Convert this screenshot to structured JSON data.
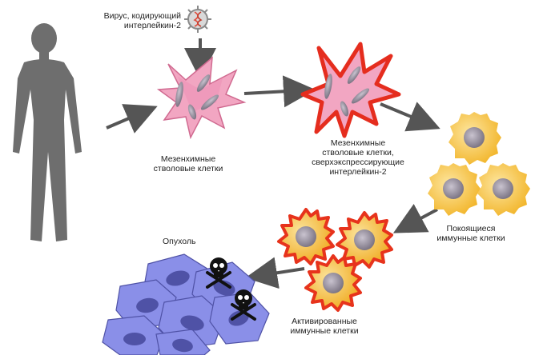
{
  "labels": {
    "virus": "Вирус, кодирующий\nинтерлейкин-2",
    "msc": "Мезенхимные\nстволовые клетки",
    "msc_il2": "Мезенхимные\nстволовые клетки,\nсверхэкспрессирующие\nинтерлейкин-2",
    "resting": "Покоящиеся\nиммунные клетки",
    "activated": "Активированные\nиммунные клетки",
    "tumor": "Опухоль"
  },
  "colors": {
    "human": "#6e6e6e",
    "msc_fill": "#f2a6c2",
    "msc_outline": "#d06a90",
    "msc_il2_outline": "#e52d1e",
    "immune_fill": "#f6c23e",
    "immune_outline": "#e7331c",
    "nucleus": "#8f8896",
    "tumor_fill": "#8a8fe8",
    "tumor_nucleus": "#4f52a6",
    "arrow": "#555555",
    "skull": "#111111"
  },
  "icons": [
    "human-figure-icon",
    "virus-icon",
    "skull-crossbones-icon"
  ]
}
